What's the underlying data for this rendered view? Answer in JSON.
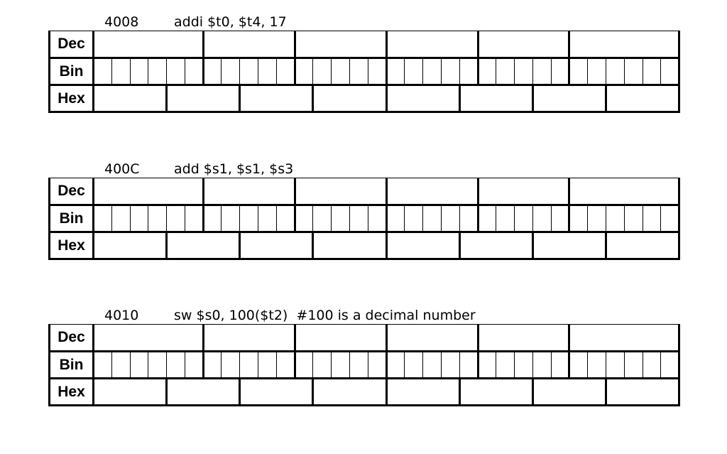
{
  "blocks": [
    {
      "address": "4008",
      "instruction": "addi $t0, $t4, 17"
    },
    {
      "address": "400C",
      "instruction": "add $s1, $s1, $s3"
    },
    {
      "address": "4010",
      "instruction": "sw $s0, 100($t2)  #100 is a decimal number"
    }
  ],
  "row_labels": {
    "dec": "Dec",
    "bin": "Bin",
    "hex": "Hex"
  }
}
